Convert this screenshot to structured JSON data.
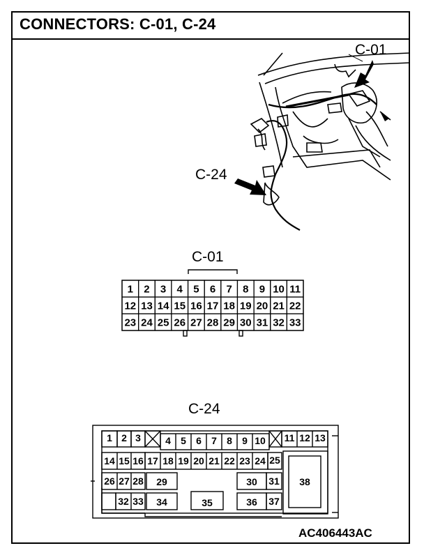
{
  "title": "CONNECTORS: C-01, C-24",
  "figure_code": "AC406443AC",
  "illustration": {
    "callout_c01": "C-01",
    "callout_c24": "C-24"
  },
  "connector_c01": {
    "label": "C-01",
    "rows": [
      [
        "1",
        "2",
        "3",
        "4",
        "5",
        "6",
        "7",
        "8",
        "9",
        "10",
        "11"
      ],
      [
        "12",
        "13",
        "14",
        "15",
        "16",
        "17",
        "18",
        "19",
        "20",
        "21",
        "22"
      ],
      [
        "23",
        "24",
        "25",
        "26",
        "27",
        "28",
        "29",
        "30",
        "31",
        "32",
        "33"
      ]
    ]
  },
  "connector_c24": {
    "label": "C-24",
    "pins": [
      "1",
      "2",
      "3",
      "4",
      "5",
      "6",
      "7",
      "8",
      "9",
      "10",
      "11",
      "12",
      "13",
      "14",
      "15",
      "16",
      "17",
      "18",
      "19",
      "20",
      "21",
      "22",
      "23",
      "24",
      "25",
      "26",
      "27",
      "28",
      "29",
      "30",
      "31",
      "32",
      "33",
      "34",
      "35",
      "36",
      "37",
      "38"
    ]
  }
}
